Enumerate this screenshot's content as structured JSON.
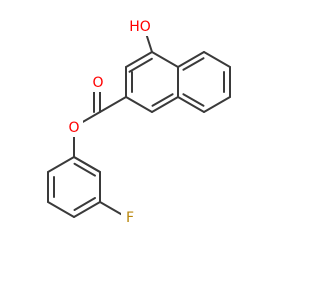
{
  "molecule": {
    "labels": {
      "hydroxyl": "HO",
      "carbonyl_oxygen": "O",
      "ester_oxygen": "O",
      "fluorine": "F"
    },
    "colors": {
      "bond": "#3a3a3a",
      "oxygen": "#ff0000",
      "fluorine": "#b8860b"
    }
  }
}
